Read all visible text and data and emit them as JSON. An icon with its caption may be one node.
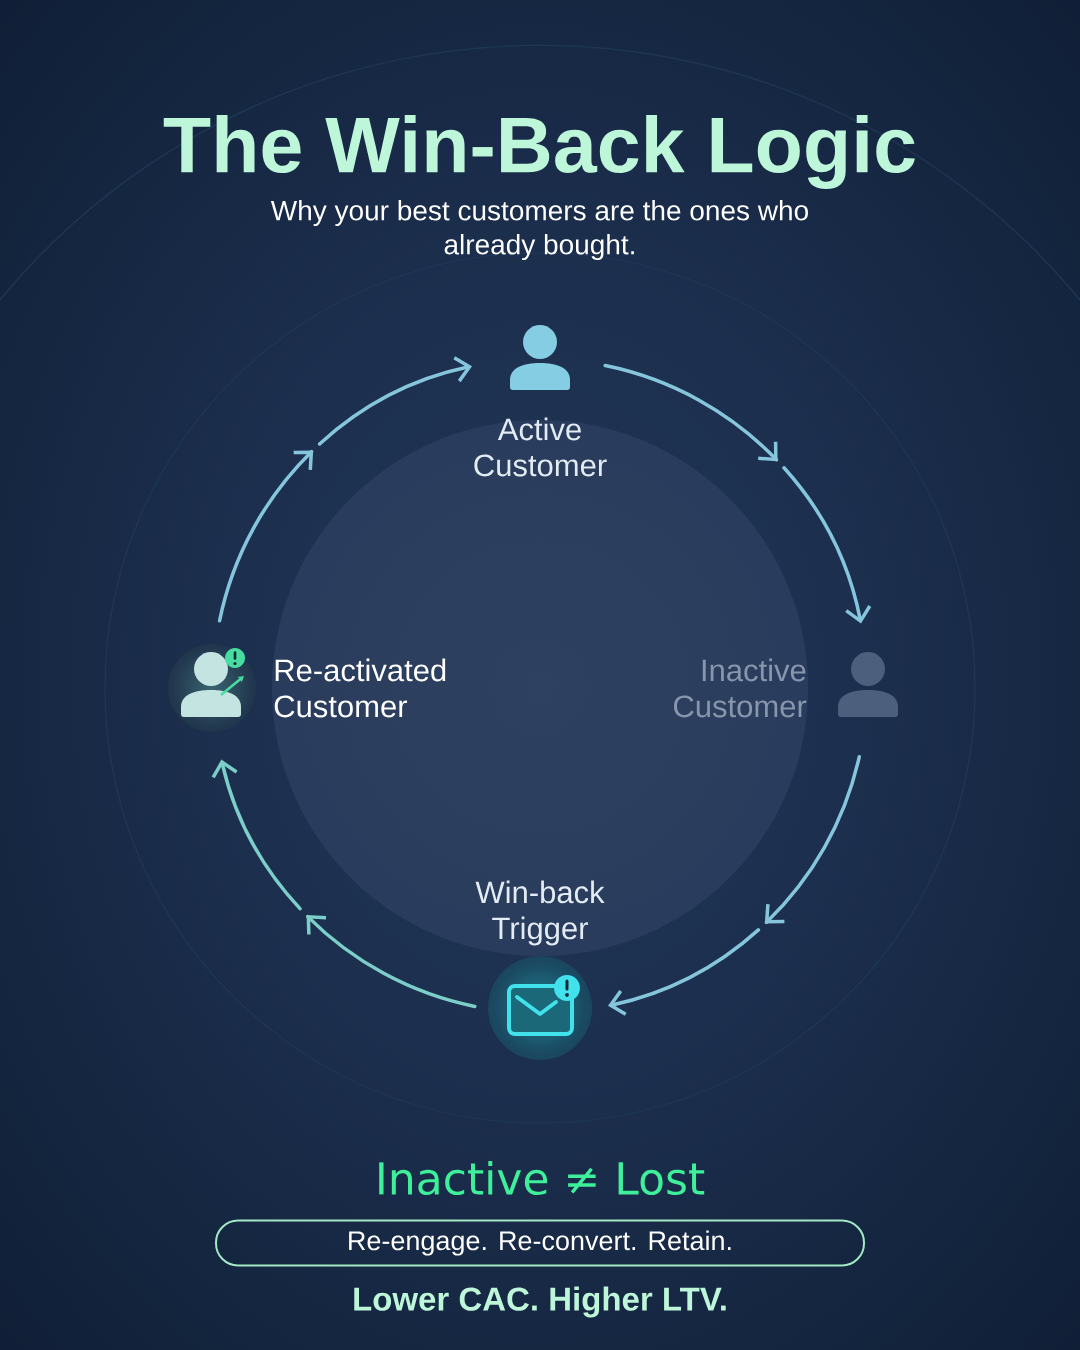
{
  "diagram": {
    "title": "The Win-Back Logic",
    "nodes": [
      {
        "text": [
          "Active Customer"
        ]
      },
      {
        "text": [
          "Re-activated Customer"
        ]
      },
      {
        "text": [
          "Inactive Customer"
        ]
      },
      {
        "text": [
          "Win-back Trigger"
        ]
      },
      {
        "text": [
          "Re-engage. Re-convert. Retain."
        ]
      }
    ],
    "edges": [
      {
        "from": 0,
        "to": 2,
        "arrow": "to"
      },
      {
        "from": 2,
        "to": 3,
        "arrow": "to"
      },
      {
        "from": 3,
        "to": 1,
        "arrow": "to",
        "color": "#7ccfc8"
      },
      {
        "from": 1,
        "to": 0,
        "arrow": "to"
      }
    ],
    "labels": [
      "Why your best customers are the ones who already bought.",
      "Inactive ≠ Lost",
      "Lower CAC. Higher LTV."
    ]
  }
}
